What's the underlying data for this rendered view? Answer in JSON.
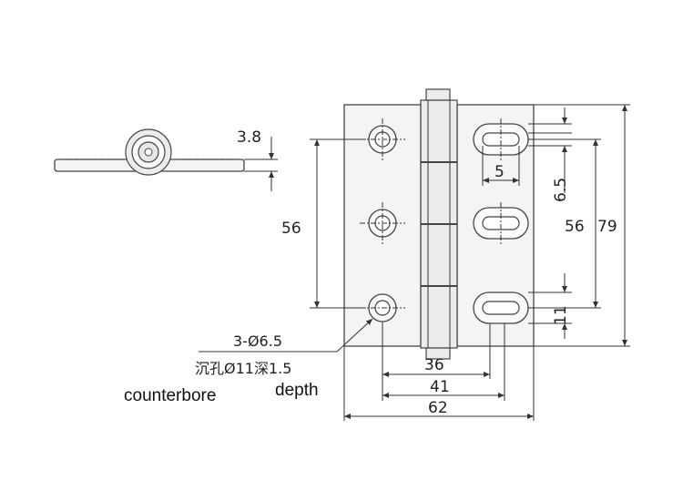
{
  "dimensions": {
    "thickness": "3.8",
    "left_vertical": "56",
    "slot_width": "5",
    "slot_height": "6.5",
    "right_vertical": "56",
    "overall_height": "79",
    "slot_length": "11",
    "hole_spacing_a": "36",
    "hole_spacing_b": "41",
    "overall_width": "62"
  },
  "hole_note": {
    "line1": "3-Ø6.5",
    "line2": "沉孔Ø11深1.5"
  },
  "labels": {
    "counterbore": "counterbore",
    "depth": "depth"
  }
}
